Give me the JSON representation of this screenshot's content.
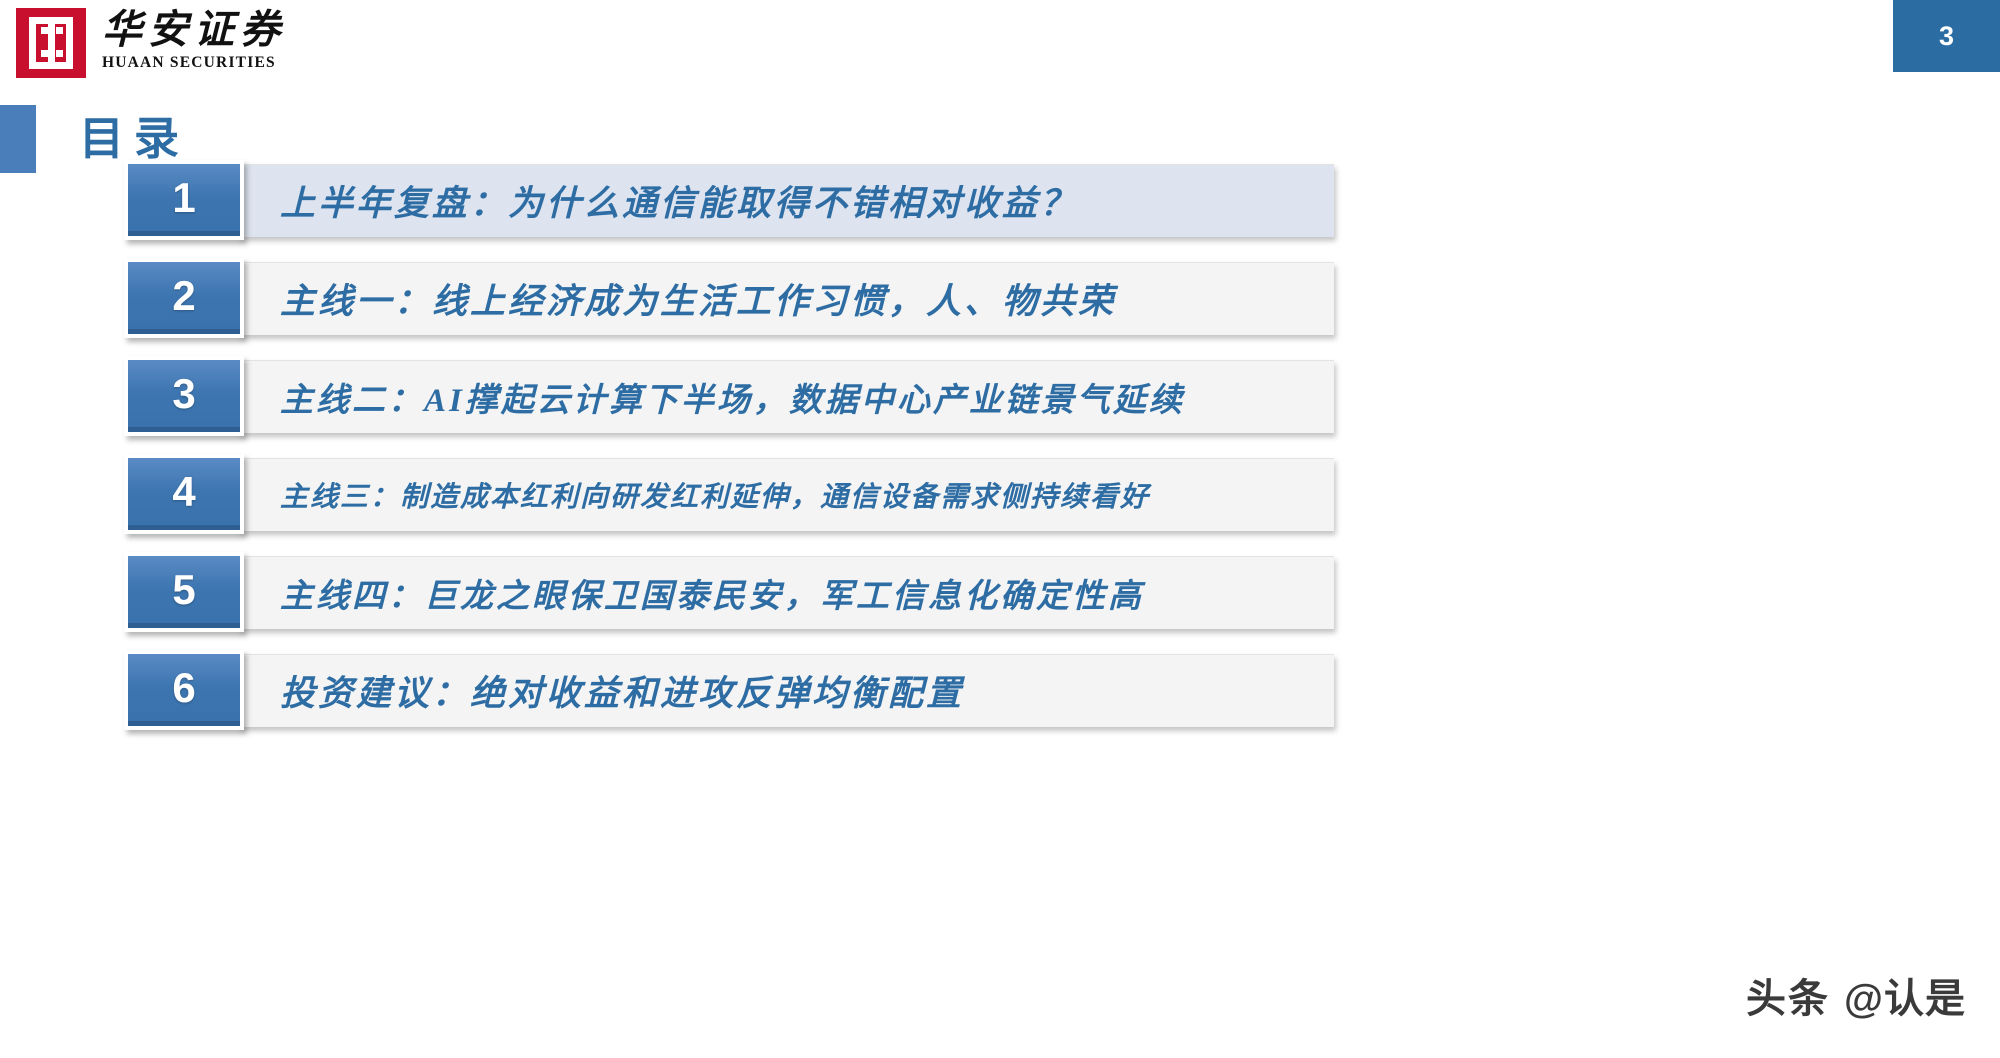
{
  "header": {
    "logo_cn": "华安证券",
    "logo_en": "HUAAN SECURITIES",
    "page_number": "3"
  },
  "title": "目录",
  "toc": {
    "items": [
      {
        "number": "1",
        "label": "上半年复盘：为什么通信能取得不错相对收益？",
        "highlight": true,
        "size": "lg"
      },
      {
        "number": "2",
        "label": "主线一：线上经济成为生活工作习惯，人、物共荣",
        "highlight": false,
        "size": "lg"
      },
      {
        "number": "3",
        "label": "主线二：AI撑起云计算下半场，数据中心产业链景气延续",
        "highlight": false,
        "size": "md"
      },
      {
        "number": "4",
        "label": "主线三：制造成本红利向研发红利延伸，通信设备需求侧持续看好",
        "highlight": false,
        "size": "sm"
      },
      {
        "number": "5",
        "label": "主线四：巨龙之眼保卫国泰民安，军工信息化确定性高",
        "highlight": false,
        "size": "md"
      },
      {
        "number": "6",
        "label": "投资建议：绝对收益和进攻反弹均衡配置",
        "highlight": false,
        "size": "lg"
      }
    ]
  },
  "watermark": {
    "logo_text": "头条",
    "handle": "@认是"
  },
  "colors": {
    "accent_blue": "#2E6DA4",
    "badge_blue": "#2B6CA3",
    "number_box_blue": "#3C75B0",
    "logo_red": "#C8102E",
    "highlight_row_bg": "#DDE3EF",
    "row_bg": "#F4F4F4"
  }
}
